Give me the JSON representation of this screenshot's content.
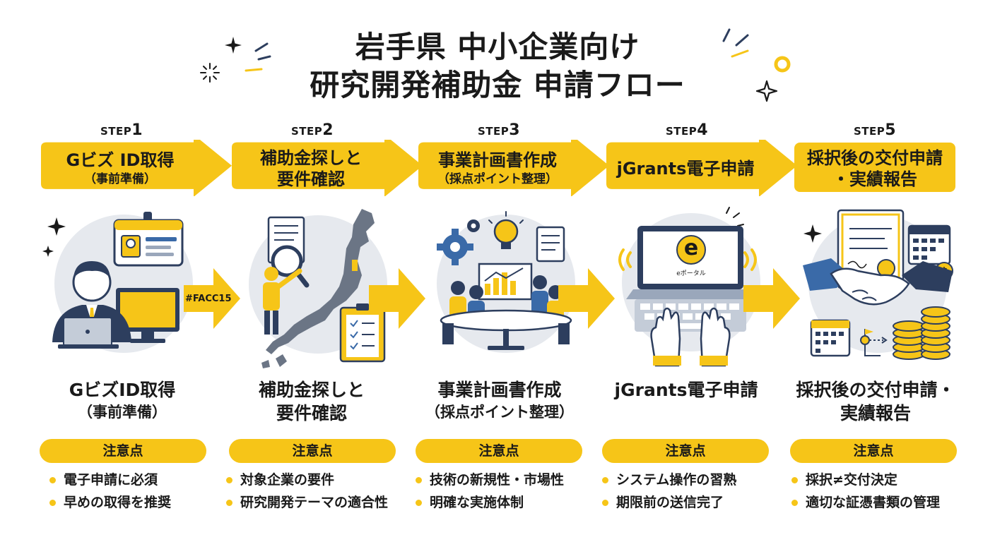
{
  "title": {
    "line1": "岩手県 中小企業向け",
    "line2": "研究開発補助金 申請フロー"
  },
  "colors": {
    "accent_yellow": "#f6c518",
    "circle_gray": "#e6e9ee",
    "navy": "#2d3e5e",
    "blue": "#3a6aa8",
    "text": "#1a1a1a"
  },
  "steps": [
    {
      "step_word": "STEP",
      "step_num": "1",
      "banner_main": "Gビズ ID取得",
      "banner_sub": "（事前準備）",
      "title": "GビズID取得",
      "subtitle": "（事前準備）",
      "notice": "注意点",
      "bullets": [
        "電子申請に必須",
        "早めの取得を推奨"
      ],
      "icon": "id-card-icon"
    },
    {
      "step_word": "STEP",
      "step_num": "2",
      "banner_main": "補助金探しと",
      "banner_sub": "要件確認",
      "title": "補助金探しと",
      "subtitle": "要件確認",
      "notice": "注意点",
      "bullets": [
        "対象企業の要件",
        "研究開発テーマの適合性"
      ],
      "icon": "magnifier-map-icon"
    },
    {
      "step_word": "STEP",
      "step_num": "3",
      "banner_main": "事業計画書作成",
      "banner_sub": "（採点ポイント整理）",
      "title": "事業計画書作成",
      "subtitle": "（採点ポイント整理）",
      "notice": "注意点",
      "bullets": [
        "技術の新規性・市場性",
        "明確な実施体制"
      ],
      "icon": "meeting-icon"
    },
    {
      "step_word": "STEP",
      "step_num": "4",
      "banner_main": "jGrants電子申請",
      "banner_sub": "",
      "title": "jGrants電子申請",
      "subtitle": "",
      "notice": "注意点",
      "bullets": [
        "システム操作の習熟",
        "期限前の送信完了"
      ],
      "icon": "laptop-icon",
      "screen_letter": "e",
      "screen_label": "eポータル"
    },
    {
      "step_word": "STEP",
      "step_num": "5",
      "banner_main": "採択後の交付申請",
      "banner_sub": "・実績報告",
      "title": "採択後の交付申請・",
      "subtitle": "実績報告",
      "notice": "注意点",
      "bullets": [
        "採択≠交付決定",
        "適切な証憑書類の管理"
      ],
      "icon": "handshake-icon"
    }
  ],
  "arrow_tag": "#FACC15"
}
